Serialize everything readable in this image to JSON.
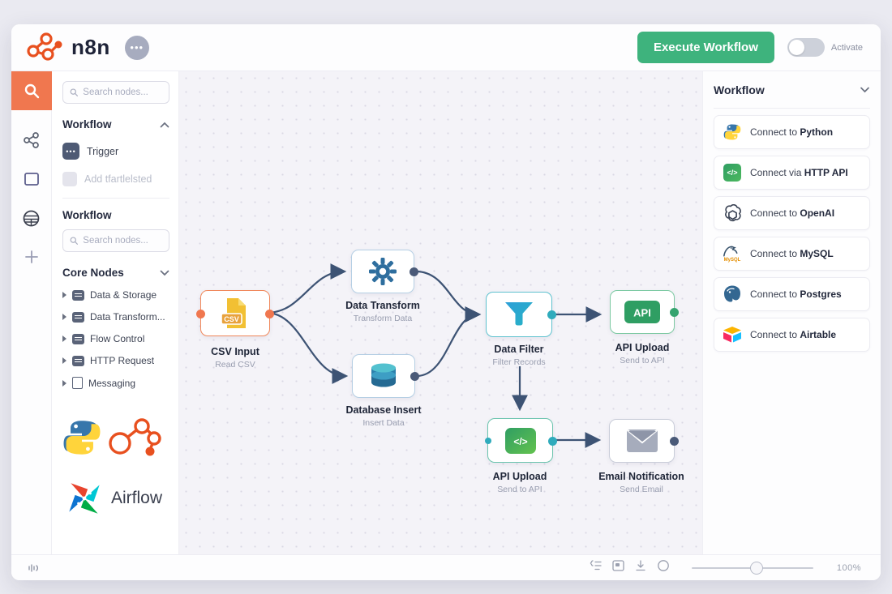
{
  "topbar": {
    "brand": "n8n",
    "ellipsis": "•••",
    "execute_button": "Execute Workflow",
    "activate_label": "Activate"
  },
  "colors": {
    "accent_orange": "#F0774F",
    "button_green": "#3EB37D",
    "edge": "#3D5374"
  },
  "left_panel": {
    "search_placeholder": "Search nodes...",
    "section1_title": "Workflow",
    "trigger_icon_glyph": "•••",
    "trigger_label": "Trigger",
    "add_item_label": "Add tfartlelsted",
    "section2_title": "Workflow",
    "search2_placeholder": "Search nodes...",
    "core_nodes_title": "Core Nodes",
    "core_items": [
      {
        "label": "Data & Storage"
      },
      {
        "label": "Data Transform..."
      },
      {
        "label": "Flow Control"
      },
      {
        "label": "HTTP Request"
      },
      {
        "label": "Messaging"
      }
    ],
    "airflow_label": "Airflow"
  },
  "canvas": {
    "csv_badge": "CSV",
    "api_badge": "API",
    "code_glyph": "</>",
    "nodes": [
      {
        "id": "csv-input",
        "title": "CSV Input",
        "subtitle": "Read CSV"
      },
      {
        "id": "data-transform",
        "title": "Data Transform",
        "subtitle": "Transform Data"
      },
      {
        "id": "database-insert",
        "title": "Database Insert",
        "subtitle": "Insert Data"
      },
      {
        "id": "data-filter",
        "title": "Data Filter",
        "subtitle": "Filter Records"
      },
      {
        "id": "api-upload-top",
        "title": "API Upload",
        "subtitle": "Send to API"
      },
      {
        "id": "api-upload-bottom",
        "title": "API Upload",
        "subtitle": "Send to API"
      },
      {
        "id": "email-notification",
        "title": "Email Notification",
        "subtitle": "Send Email"
      }
    ],
    "edges": [
      {
        "from": "csv-input",
        "to": "data-transform"
      },
      {
        "from": "csv-input",
        "to": "database-insert"
      },
      {
        "from": "data-transform",
        "to": "data-filter"
      },
      {
        "from": "database-insert",
        "to": "data-filter"
      },
      {
        "from": "data-filter",
        "to": "api-upload-top"
      },
      {
        "from": "data-filter",
        "to": "api-upload-bottom"
      },
      {
        "from": "api-upload-bottom",
        "to": "email-notification"
      }
    ]
  },
  "right_panel": {
    "title": "Workflow",
    "code_glyph": "</>",
    "mysql_wordmark": "MySQL",
    "items": [
      {
        "icon": "python-logo",
        "prefix": "Connect to ",
        "bold": "Python"
      },
      {
        "icon": "http-api-icon",
        "prefix": "Connect via ",
        "bold": "HTTP API"
      },
      {
        "icon": "openai-logo",
        "prefix": "Connect to ",
        "bold": "OpenAI"
      },
      {
        "icon": "mysql-logo",
        "prefix": "Connect to ",
        "bold": "MySQL"
      },
      {
        "icon": "postgres-logo",
        "prefix": "Connect to ",
        "bold": "Postgres"
      },
      {
        "icon": "airtable-logo",
        "prefix": "Connect to ",
        "bold": "Airtable"
      }
    ]
  },
  "bottombar": {
    "zoom_label": "100%"
  }
}
